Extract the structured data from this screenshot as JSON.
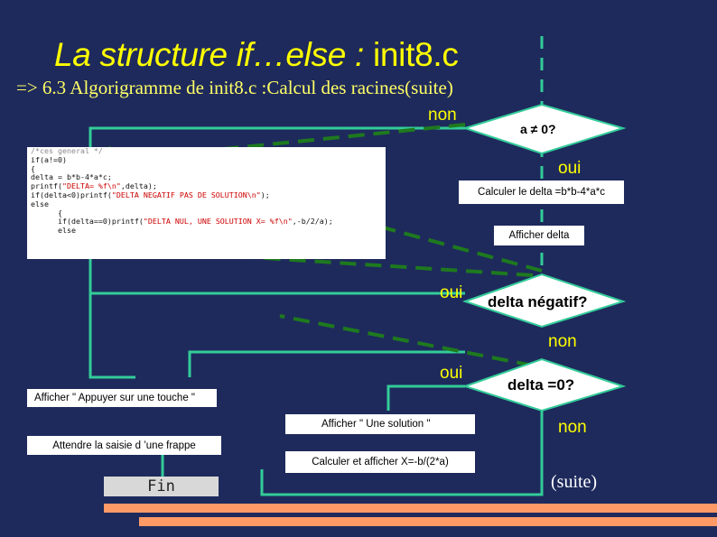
{
  "title": {
    "main": "La structure if…else : ",
    "code": "init8.c"
  },
  "subtitle": "=> 6.3 Algorigramme de init8.c :Calcul des racines(suite)",
  "decisions": {
    "a_ne_0": {
      "text": "a ≠ 0?",
      "yes": "oui",
      "no": "non"
    },
    "delta_negatif": {
      "text": "delta négatif?",
      "yes": "oui",
      "no": "non"
    },
    "delta_zero": {
      "text": "delta =0?",
      "yes": "oui",
      "no": "non"
    }
  },
  "boxes": {
    "calc_delta": "Calculer   le delta =b*b-4*a*c",
    "afficher_delta": "Afficher   delta",
    "afficher_appuyer": "Afficher    \" Appuyer sur une touche  \"",
    "afficher_une_solution": "Afficher    \" Une solution  \"",
    "attendre": "Attendre la saisie d ’une frappe",
    "calculer_x": "Calculer et afficher X=-b/(2*a)",
    "fin": "Fin"
  },
  "code_lines": [
    {
      "plain": "/*ces general */",
      "str": "",
      "tail": "",
      "comment": true
    },
    {
      "plain": "if(a!=0)",
      "str": "",
      "tail": ""
    },
    {
      "plain": "{",
      "str": "",
      "tail": ""
    },
    {
      "plain": "delta = b*b-4*a*c;",
      "str": "",
      "tail": ""
    },
    {
      "plain": "printf(",
      "str": "\"DELTA= %f\\n\"",
      "tail": ",delta);"
    },
    {
      "plain": "if(delta<0)printf(",
      "str": "\"DELTA NEGATIF PAS DE SOLUTION\\n\"",
      "tail": ");"
    },
    {
      "plain": "else",
      "str": "",
      "tail": ""
    },
    {
      "plain": "      {",
      "str": "",
      "tail": ""
    },
    {
      "plain": "      if(delta==0)printf(",
      "str": "\"DELTA NUL, UNE SOLUTION X= %f\\n\"",
      "tail": ",-b/2/a);"
    },
    {
      "plain": "      else",
      "str": "",
      "tail": ""
    }
  ],
  "suite": "(suite)",
  "colors": {
    "background": "#1e2a5c",
    "title": "#ffff00",
    "flow_line": "#33cc99",
    "dashed_arrow": "#1e7a1e",
    "accent_bar": "#ff9966"
  }
}
